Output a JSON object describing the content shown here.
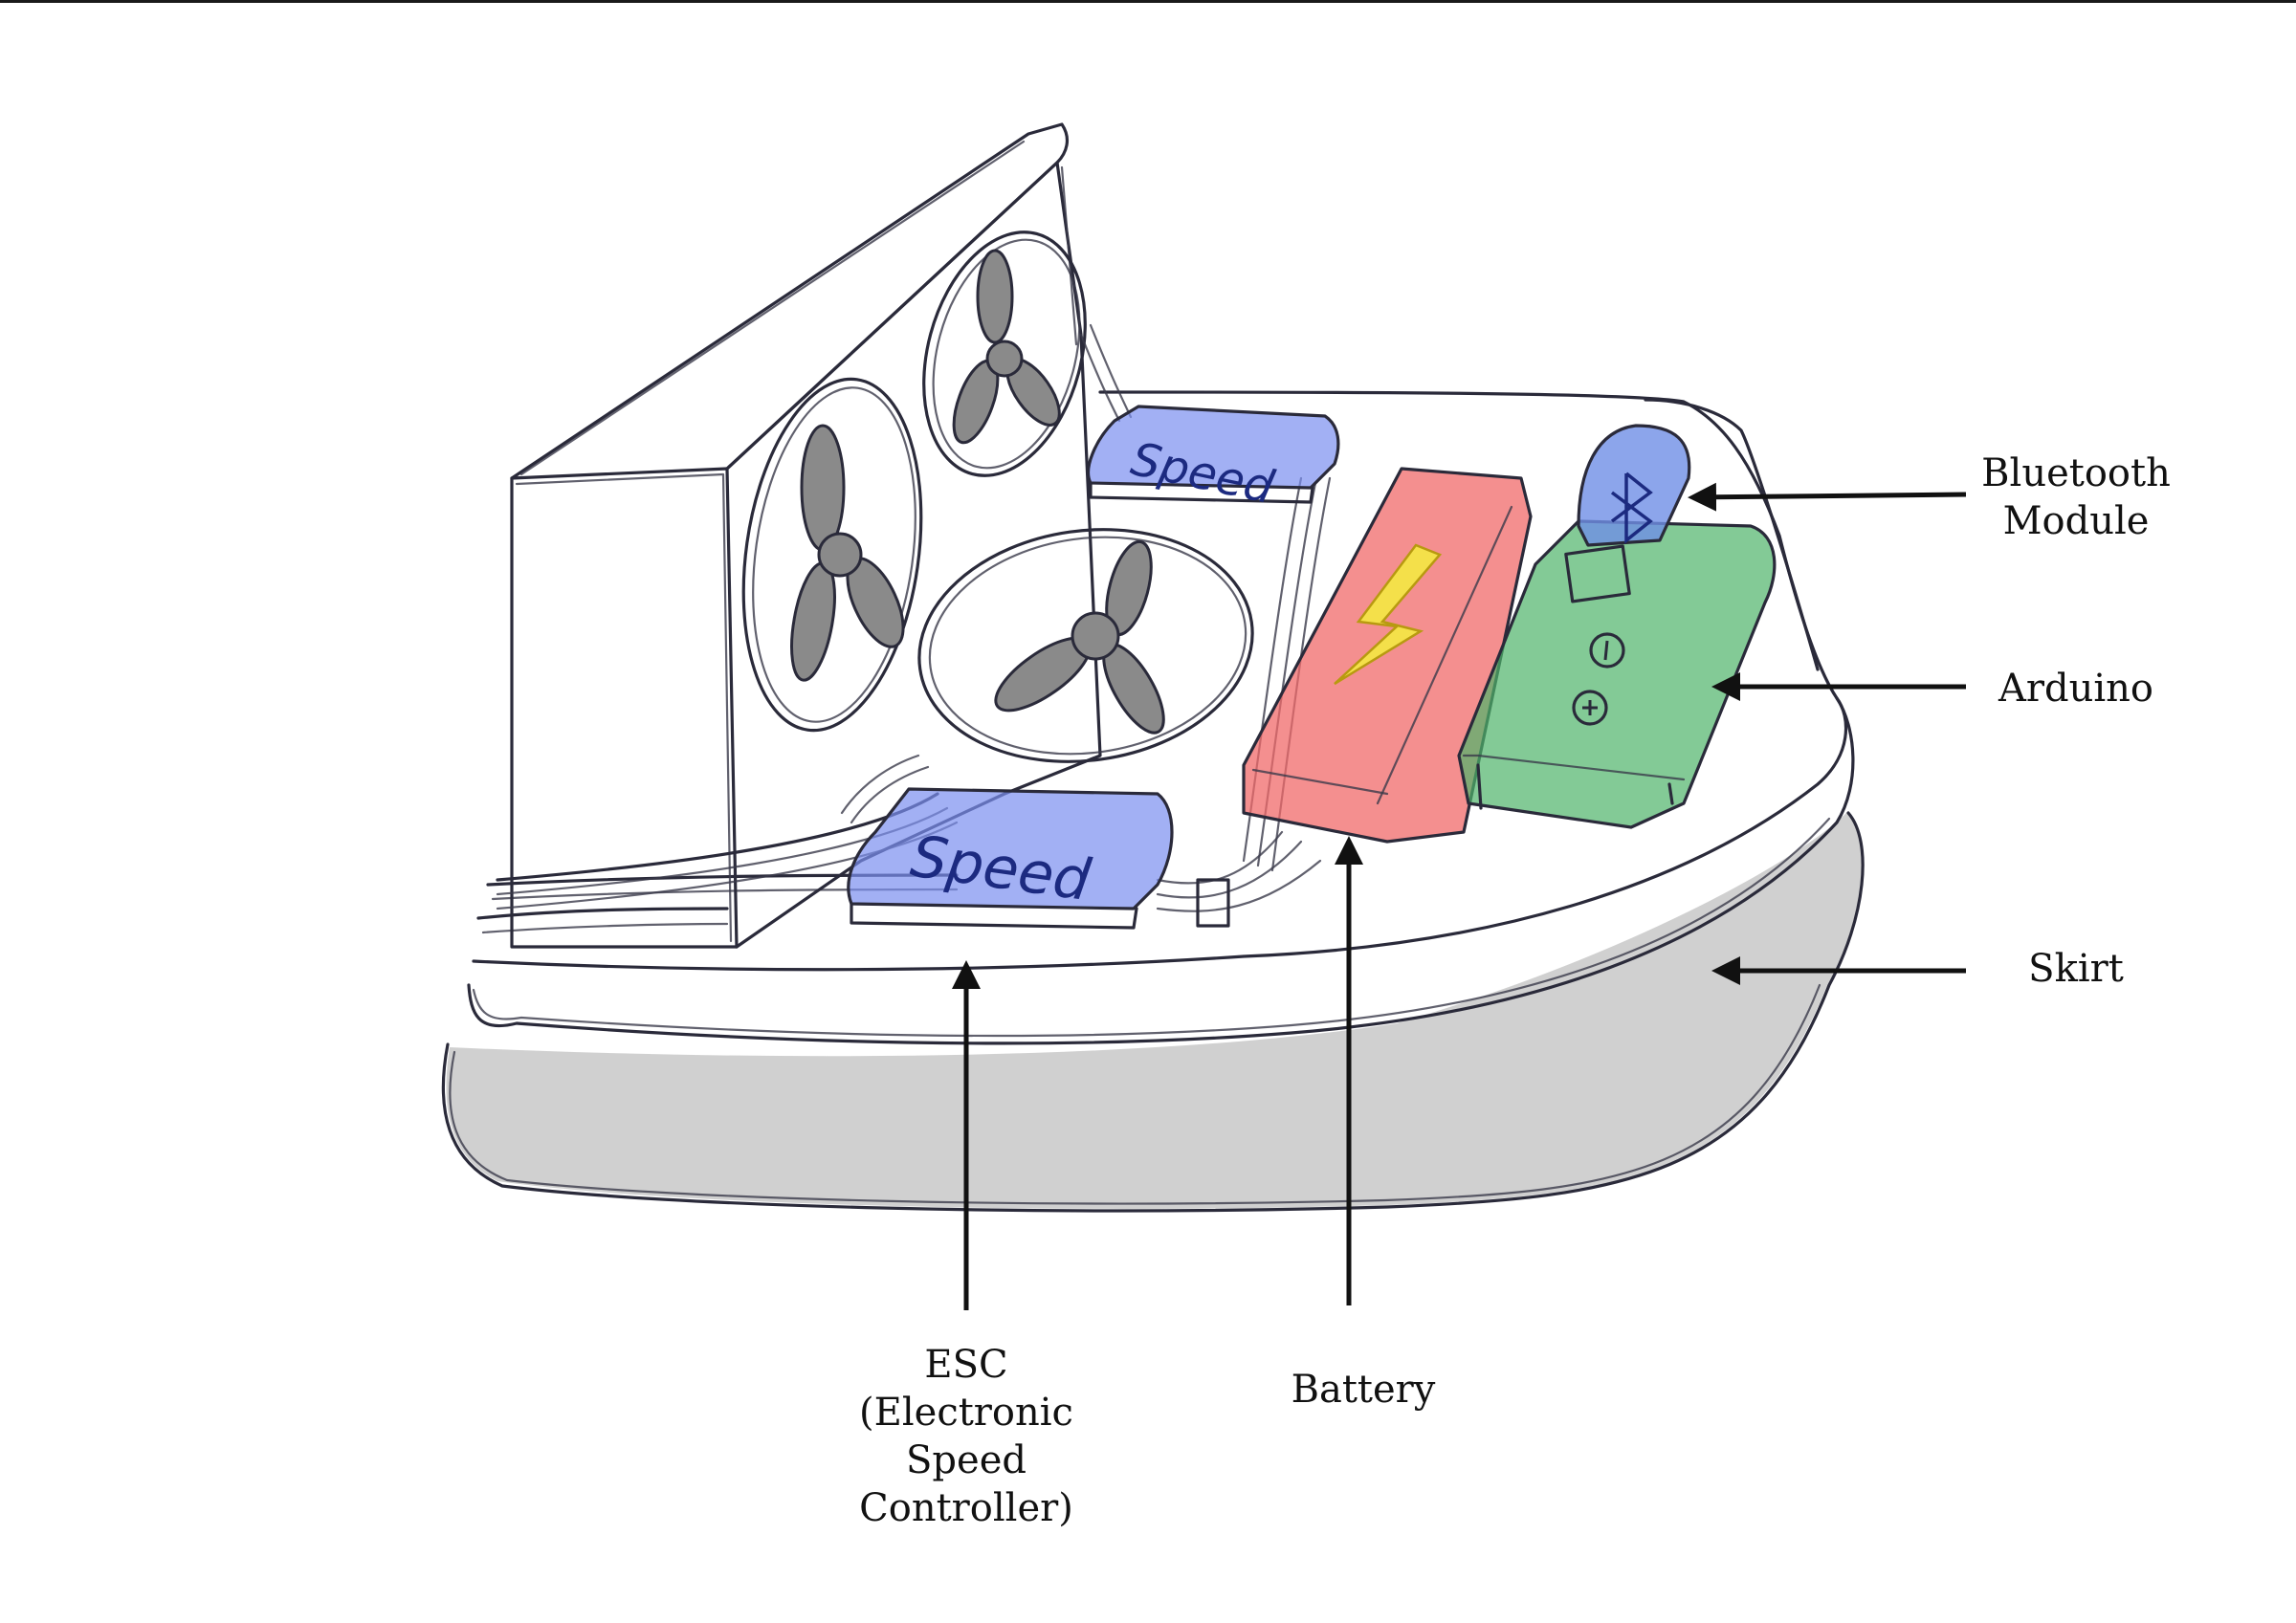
{
  "callouts": {
    "bluetooth": [
      "Bluetooth",
      "Module"
    ],
    "arduino": [
      "Arduino"
    ],
    "skirt": [
      "Skirt"
    ],
    "esc": [
      "ESC",
      "(Electronic",
      "Speed",
      "Controller)"
    ],
    "battery": [
      "Battery"
    ]
  },
  "handwritten": {
    "esc_top": "Speed",
    "esc_bottom": "Speed"
  },
  "colors": {
    "esc_fill": "#7b8ff0",
    "battery_fill": "#f06a6a",
    "arduino_fill": "#4fb36a",
    "bluetooth_fill": "#6f8fe6",
    "skirt_fill": "#c8c8c8",
    "bolt_fill": "#f4e04a",
    "propeller_fill": "#8a8a8a",
    "line": "#2a2a3a"
  },
  "icons": {
    "bluetooth": "bluetooth-icon",
    "battery": "lightning-bolt-icon",
    "fan": "propeller-icon"
  }
}
